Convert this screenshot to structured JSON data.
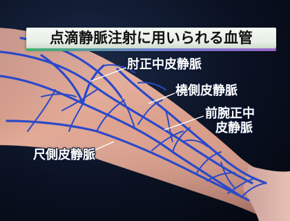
{
  "title": "点滴静脈注射に用いられる血管",
  "labels": {
    "median_cubital": "肘正中皮静脈",
    "cephalic": "橈側皮静脈",
    "median_antebrachial_line1": "前腕正中",
    "median_antebrachial_line2": "皮静脈",
    "basilic": "尺側皮静脈"
  },
  "colors": {
    "background": "#0a1122",
    "skin": "#d9a08c",
    "vein": "#2b49c8",
    "title_box": "#eef4ec",
    "label_text": "#ffffff"
  }
}
